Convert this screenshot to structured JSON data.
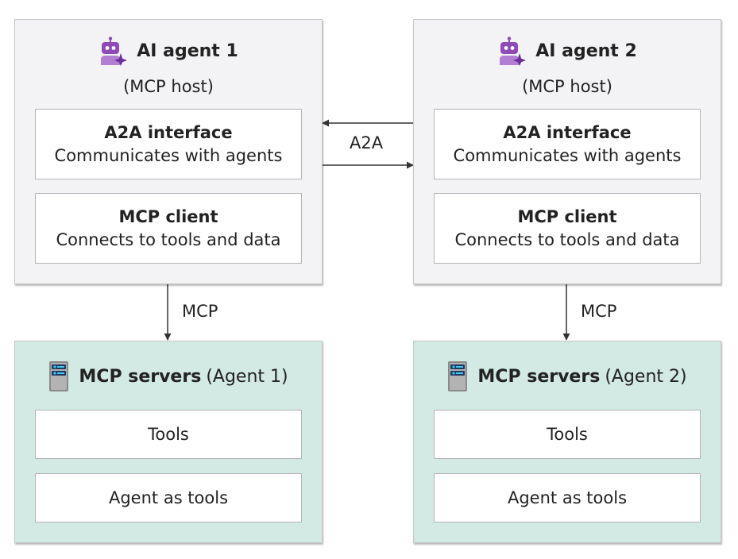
{
  "agents": [
    {
      "title": "AI agent 1",
      "subtitle": "(MCP host)",
      "a2a_title": "A2A interface",
      "a2a_desc": "Communicates with agents",
      "mcp_title": "MCP client",
      "mcp_desc": "Connects to tools and data"
    },
    {
      "title": "AI agent 2",
      "subtitle": "(MCP host)",
      "a2a_title": "A2A interface",
      "a2a_desc": "Communicates with agents",
      "mcp_title": "MCP client",
      "mcp_desc": "Connects to tools and data"
    }
  ],
  "servers": [
    {
      "title": "MCP servers",
      "suffix": "(Agent 1)",
      "item1": "Tools",
      "item2": "Agent as tools"
    },
    {
      "title": "MCP servers",
      "suffix": "(Agent 2)",
      "item1": "Tools",
      "item2": "Agent as tools"
    }
  ],
  "connectors": {
    "a2a": "A2A",
    "mcp": "MCP"
  },
  "colors": {
    "agent_bg": "#f3f3f5",
    "server_bg": "#d3e9e3",
    "robot_icon": "#8e4bb8",
    "server_icon": "#7a7a7a"
  },
  "icons": {
    "agent": "robot-sparkle-icon",
    "server": "server-rack-icon"
  }
}
